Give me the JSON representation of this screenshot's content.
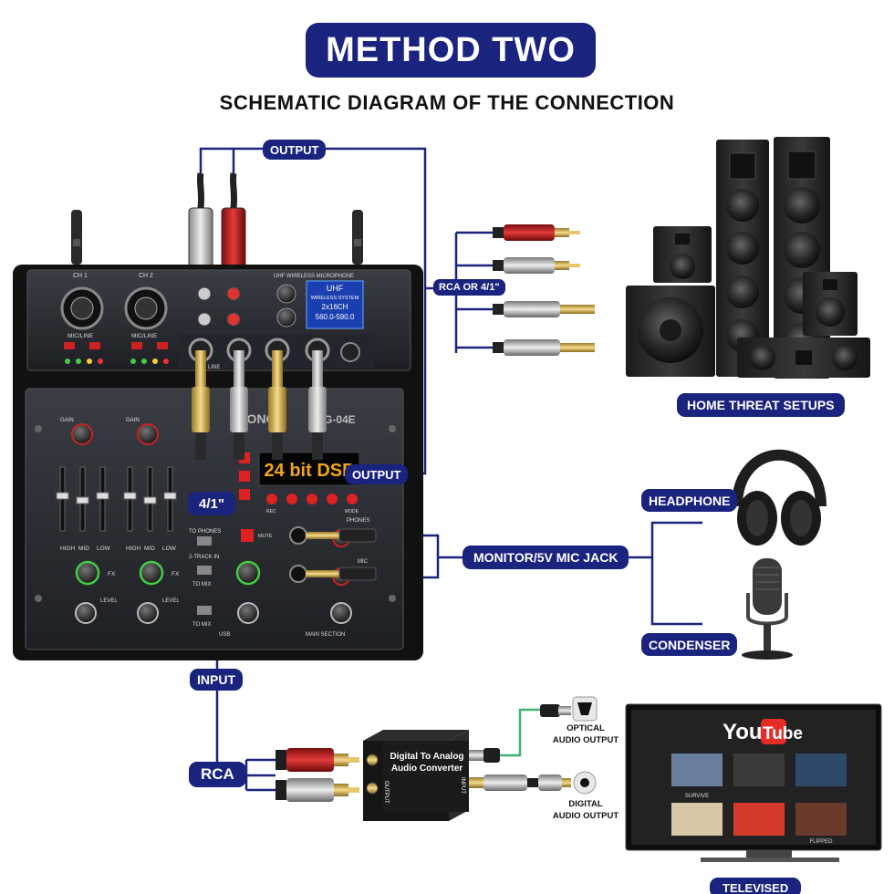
{
  "diagram": {
    "title": "METHOD TWO",
    "subtitle": "SCHEMATIC DIAGRAM OF THE CONNECTION",
    "labels": {
      "output_top": "OUTPUT",
      "rca_or_quarter": "RCA OR 4/1\"",
      "output_mid": "OUTPUT",
      "home_theater": "HOME THREAT SETUPS",
      "headphone": "HEADPHONE",
      "monitor_jack": "MONITOR/5V MIC JACK",
      "condenser": "CONDENSER",
      "quarter_inch": "4/1\"",
      "input": "INPUT",
      "rca": "RCA",
      "optical_output": "OPTICAL\nAUDIO OUTPUT",
      "digital_output": "DIGITAL\nAUDIO OUTPUT",
      "televised": "TELEVISED"
    },
    "mixer": {
      "brand": "LONGE",
      "model": "MG-04E",
      "ch1": "CH 1",
      "ch2": "CH 2",
      "mic_line": "MIC/LINE",
      "uhf_header": "UHF WIRELESS MICROPHONE",
      "uhf_line1": "UHF",
      "uhf_line2": "WIRELESS SYSTEM",
      "uhf_line3": "2x16CH",
      "uhf_line4": "560.0-590.0",
      "display_text": "24 bit DSP",
      "gain": "GAIN",
      "high": "HIGH",
      "mid": "MID",
      "low": "LOW",
      "fx": "FX",
      "level": "LEVEL",
      "to_phones": "TO PHONES",
      "to_mix": "TO MIX",
      "two_track": "2-TRACK IN",
      "usb": "USB",
      "main_section": "MAIN SECTION",
      "phones": "PHONES",
      "mic": "MIC",
      "mute": "MUTE",
      "line": "LINE",
      "rec": "REC",
      "mode": "MODE"
    },
    "converter": {
      "line1": "Digital To Analog",
      "line2": "Audio Converter",
      "output": "OUTPUT",
      "input": "INPUT"
    },
    "tv": {
      "logo_you": "You",
      "logo_tube": "Tube",
      "tiles": [
        "SURVIVE",
        "",
        "",
        "",
        "",
        "FLIPPED"
      ]
    },
    "colors": {
      "label_bg": "#1a237e",
      "line": "#1a237e",
      "optical_line": "#3cb371",
      "youtube_red": "#e52d27"
    }
  }
}
